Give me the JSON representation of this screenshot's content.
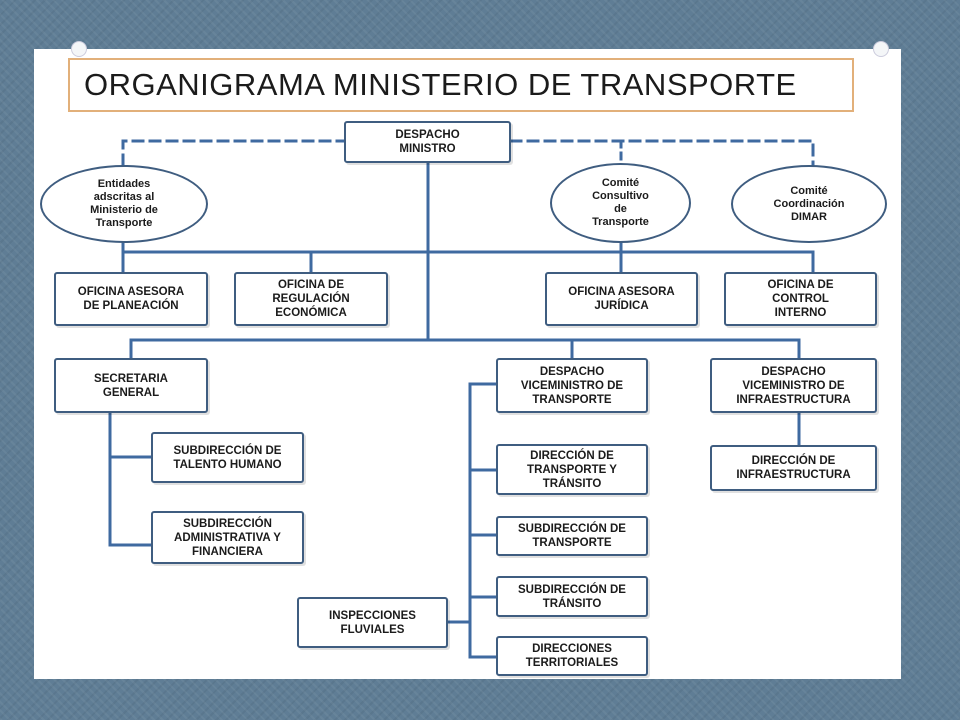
{
  "title": "ORGANIGRAMA MINISTERIO DE TRANSPORTE",
  "nodes": {
    "despacho_ministro": "DESPACHO\nMINISTRO",
    "entidades_adscritas": "Entidades\nadscritas al\nMinisterio de\nTransporte",
    "comite_consultivo": "Comité\nConsultivo\nde\nTransporte",
    "comite_dimar": "Comité\nCoordinación\nDIMAR",
    "oficina_planeacion": "OFICINA ASESORA\nDE PLANEACIÓN",
    "oficina_regulacion": "OFICINA DE\nREGULACIÓN\nECONÓMICA",
    "oficina_juridica": "OFICINA ASESORA\nJURÍDICA",
    "oficina_control": "OFICINA DE\nCONTROL\nINTERNO",
    "secretaria_general": "SECRETARIA\nGENERAL",
    "subdireccion_talento": "SUBDIRECCIÓN DE\nTALENTO HUMANO",
    "subdireccion_administrativa": "SUBDIRECCIÓN\nADMINISTRATIVA Y\nFINANCIERA",
    "viceministro_transporte": "DESPACHO\nVICEMINISTRO DE\nTRANSPORTE",
    "direccion_transporte_transito": "DIRECCIÓN DE\nTRANSPORTE Y\nTRÁNSITO",
    "subdireccion_transporte": "SUBDIRECCIÓN DE\nTRANSPORTE",
    "subdireccion_transito": "SUBDIRECCIÓN DE\nTRÁNSITO",
    "direcciones_territoriales": "DIRECCIONES\nTERRITORIALES",
    "inspecciones_fluviales": "INSPECCIONES\nFLUVIALES",
    "viceministro_infraestructura": "DESPACHO\nVICEMINISTRO DE\nINFRAESTRUCTURA",
    "direccion_infraestructura": "DIRECCIÓN DE\nINFRAESTRUCTURA"
  },
  "colors": {
    "line": "#3f6aa0",
    "box_border": "#3f5d80",
    "title_border": "#e2b07a",
    "background": "#5f7d95"
  }
}
